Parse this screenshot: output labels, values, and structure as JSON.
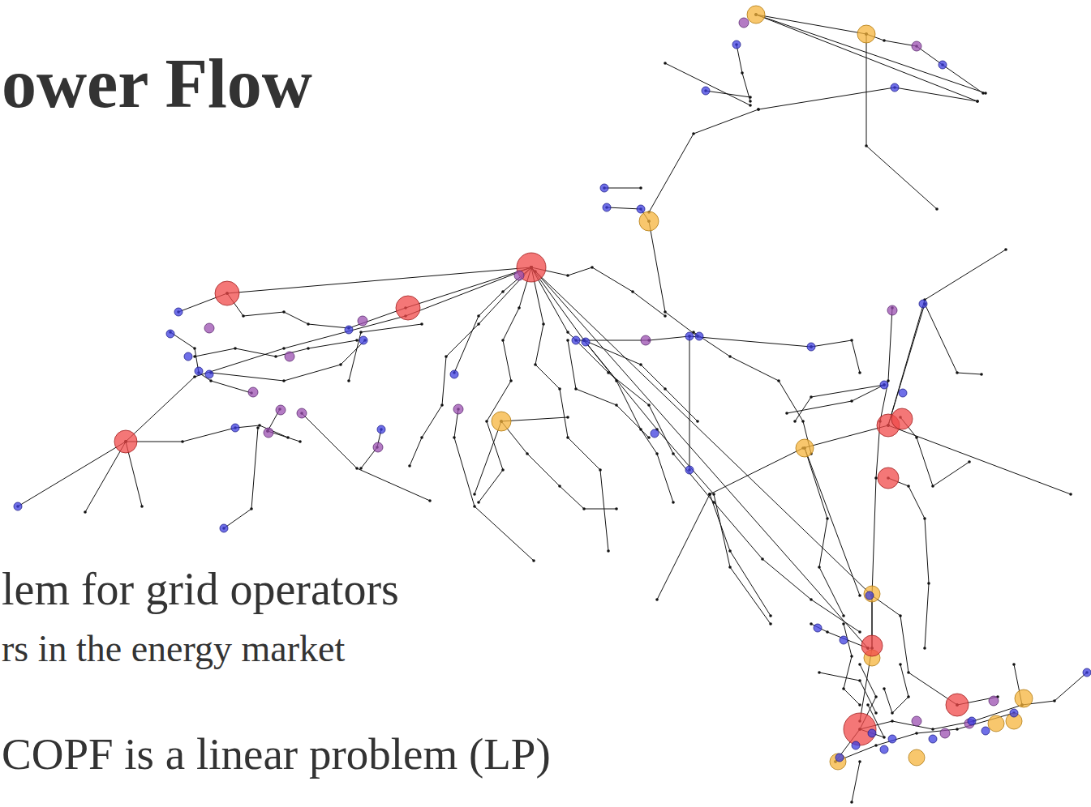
{
  "diagram": {
    "title": "ower Flow",
    "labels": [
      "lem for grid operators",
      "rs in the energy market",
      "COPF is a linear problem (LP)"
    ]
  }
}
